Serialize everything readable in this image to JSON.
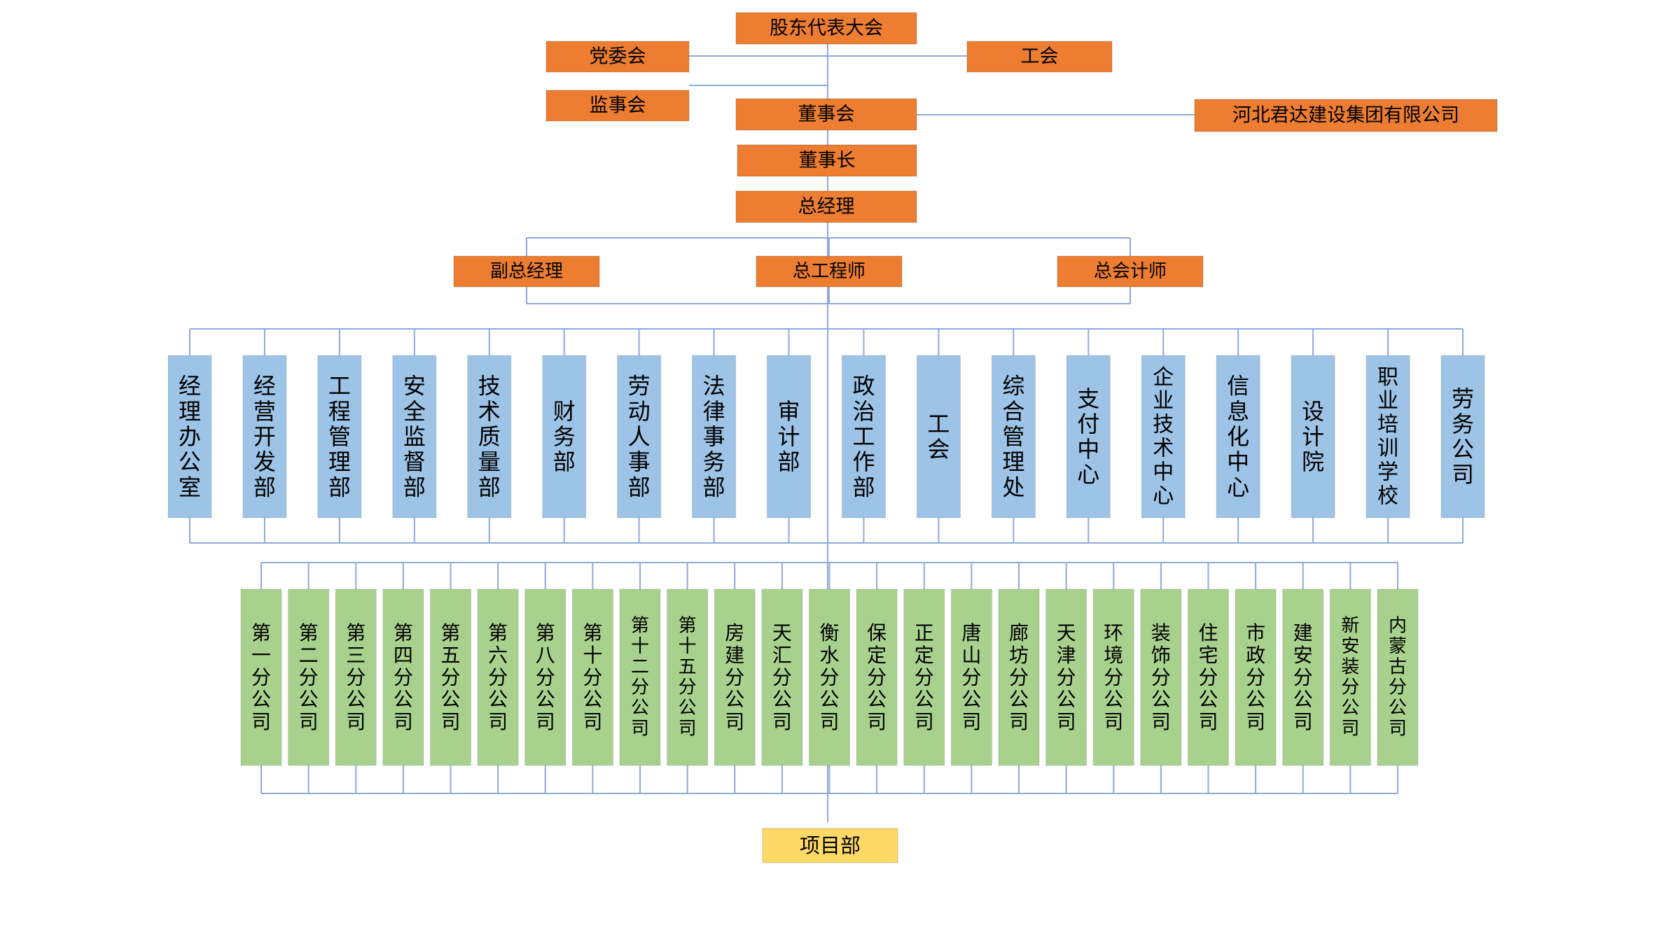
{
  "colors": {
    "orange": "#ED7D31",
    "blue": "#9DC3E6",
    "green": "#A9D18E",
    "yellow": "#FFD966",
    "line": "#8EAADB",
    "text": "#000000"
  },
  "top": {
    "shareholders": "股东代表大会",
    "party_committee": "党委会",
    "union": "工会",
    "supervisors": "监事会",
    "board": "董事会",
    "group_company": "河北君达建设集团有限公司",
    "chairman": "董事长",
    "general_manager": "总经理"
  },
  "deputies": [
    "副总经理",
    "总工程师",
    "总会计师"
  ],
  "departments": [
    "经理办公室",
    "经营开发部",
    "工程管理部",
    "安全监督部",
    "技术质量部",
    "财务部",
    "劳动人事部",
    "法律事务部",
    "审计部",
    "政治工作部",
    "工会",
    "综合管理处",
    "支付中心",
    "企业技术中心",
    "信息化中心",
    "设计院",
    "职业培训学校",
    "劳务公司"
  ],
  "branches": [
    "第一分公司",
    "第二分公司",
    "第三分公司",
    "第四分公司",
    "第五分公司",
    "第六分公司",
    "第八分公司",
    "第十分公司",
    "第十二分公司",
    "第十五分公司",
    "房建分公司",
    "天汇分公司",
    "衡水分公司",
    "保定分公司",
    "正定分公司",
    "唐山分公司",
    "廊坊分公司",
    "天津分公司",
    "环境分公司",
    "装饰分公司",
    "住宅分公司",
    "市政分公司",
    "建安分公司",
    "新安装分公司",
    "内蒙古分公司"
  ],
  "project_dept": "项目部"
}
